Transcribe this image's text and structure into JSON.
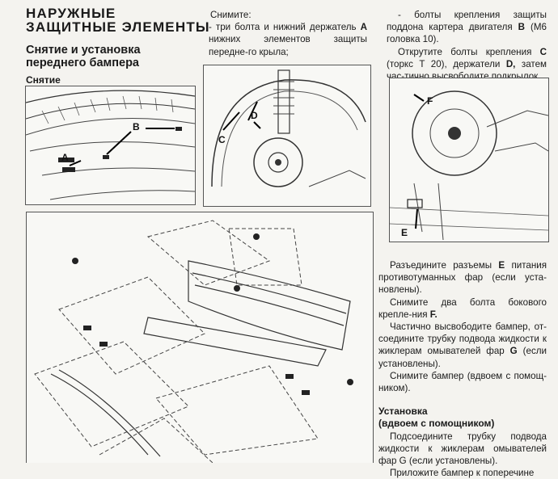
{
  "header": {
    "title_line1": "НАРУЖНЫЕ",
    "title_line2": "ЗАЩИТНЫЕ ЭЛЕМЕНТЫ",
    "subtitle_line1": "Снятие и установка",
    "subtitle_line2": "переднего бампера",
    "removal_heading": "Снятие"
  },
  "col2": {
    "intro": "Снимите:",
    "item1": {
      "pre": "- три болта и нижний держатель ",
      "bold": "A",
      "post": " нижних элементов защиты передне-го крыла;"
    }
  },
  "col3": {
    "item2": {
      "t1": "- болты крепления защиты поддона картера двигателя ",
      "b1": "B",
      "t2": " (M6 головка 10)."
    },
    "item3": {
      "t1": "Открутите болты крепления ",
      "b1": "C",
      "t2": " (торкс T 20), держатели ",
      "b2": "D,",
      "t3": " затем час-тично высвободите подкрылок."
    }
  },
  "right": {
    "p1": {
      "t1": "Разъедините разъемы ",
      "b1": "E",
      "t2": " питания противотуманных фар (если уста-новлены)."
    },
    "p2": {
      "t1": "Снимите два болта бокового крепле-ния ",
      "b1": "F."
    },
    "p3": {
      "t1": "Частично высвободите бампер, от-соедините трубку подвода жидкости к жиклерам омывателей фар ",
      "b1": "G",
      "t2": " (если установлены)."
    },
    "p4": "Снимите бампер (вдвоем с помощ-ником).",
    "install_heading1": "Установка",
    "install_heading2": "(вдвоем с помощником)",
    "p5": "Подсоедините трубку подвода жидкости к жиклерам омывателей фар G (если установлены).",
    "p6": "Приложите бампер к поперечине"
  },
  "figures": {
    "fig1_labels": [
      "A",
      "B"
    ],
    "fig2_labels": [
      "C",
      "D"
    ],
    "fig3_labels": [
      "F",
      "E"
    ]
  }
}
